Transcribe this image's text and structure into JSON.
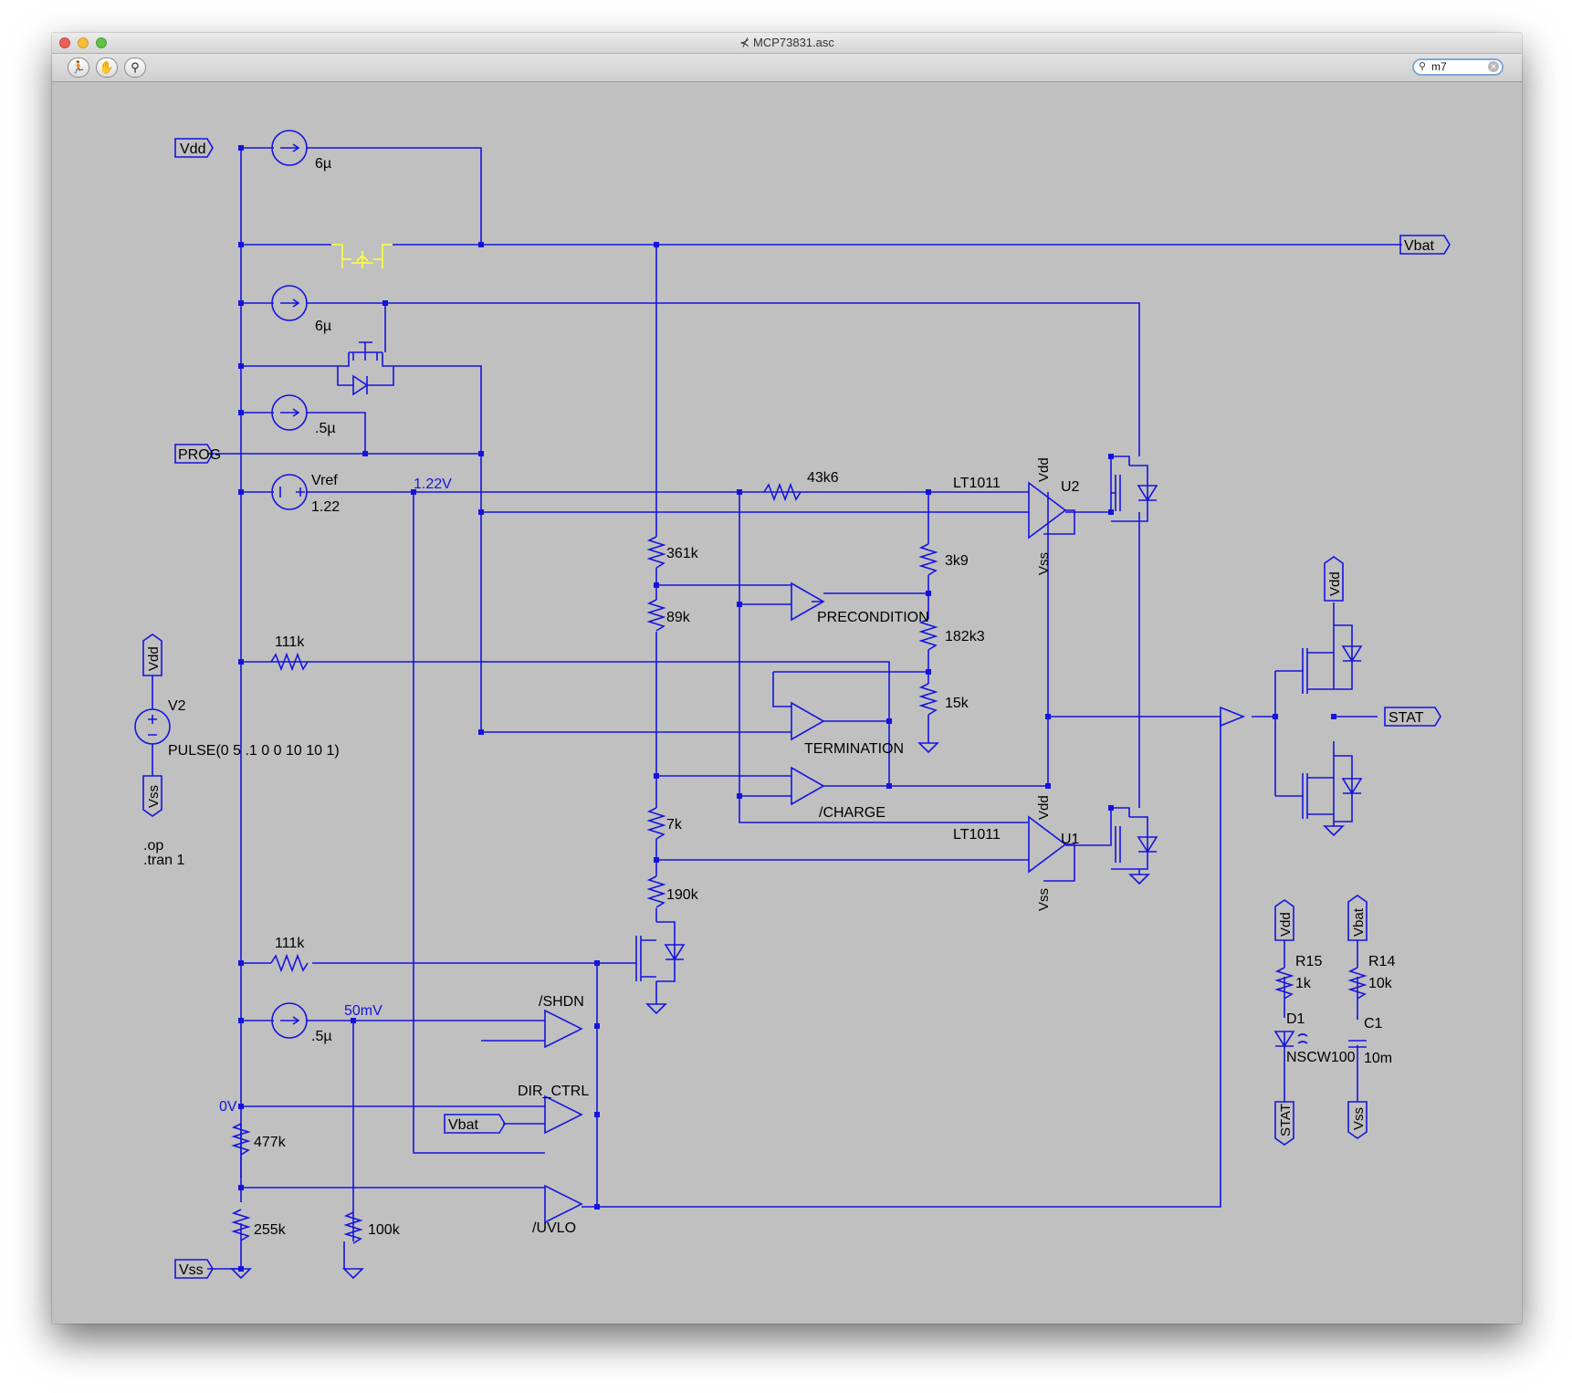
{
  "window": {
    "title": "MCP73831.asc",
    "search_value": "m7",
    "colors": {
      "wire": "#1414e0",
      "background": "#c0c0c0",
      "highlight": "#ffff40"
    }
  },
  "toolbar": {
    "icons": [
      "run-icon",
      "pan-hand-icon",
      "probe-icon",
      "search-icon"
    ]
  },
  "schematic": {
    "net_labels": {
      "vdd_top": "Vdd",
      "vbat_right": "Vbat",
      "prog": "PROG",
      "vdd_v2": "Vdd",
      "vss_v2": "Vss",
      "stat_right": "STAT",
      "vdd_out": "Vdd",
      "vdd_r15": "Vdd",
      "vbat_r14": "Vbat",
      "stat_d1": "STAT",
      "vss_c1": "Vss",
      "vbat_dir": "Vbat",
      "vss_bottom": "Vss",
      "vdd_u2": "Vdd",
      "vss_u2": "Vss",
      "vdd_u1": "Vdd",
      "vss_u1": "Vss"
    },
    "sources": {
      "i1": "6µ",
      "i2": "6µ",
      "i3": ".5µ",
      "i4": ".5µ",
      "vref_name": "Vref",
      "vref_value": "1.22",
      "v2_name": "V2",
      "v2_value": "PULSE(0 5 .1 0 0 10 10 1)"
    },
    "resistors": {
      "r_43k6": "43k6",
      "r_3k9": "3k9",
      "r_182k3": "182k3",
      "r_15k": "15k",
      "r_361k": "361k",
      "r_89k": "89k",
      "r_7k": "7k",
      "r_190k": "190k",
      "r_111k_a": "111k",
      "r_111k_b": "111k",
      "r_477k": "477k",
      "r_255k": "255k",
      "r_100k": "100k",
      "r15_name": "R15",
      "r15_value": "1k",
      "r14_name": "R14",
      "r14_value": "10k"
    },
    "parts": {
      "u2_model": "LT1011",
      "u2_name": "U2",
      "u1_model": "LT1011",
      "u1_name": "U1",
      "d1_name": "D1",
      "d1_model": "NSCW100",
      "c1_name": "C1",
      "c1_value": "10m"
    },
    "comparators": {
      "precondition": "PRECONDITION",
      "termination": "TERMINATION",
      "charge": "/CHARGE",
      "shdn": "/SHDN",
      "dir_ctrl": "DIR_CTRL",
      "uvlo": "/UVLO"
    },
    "probes": {
      "p_122": "1.22V",
      "p_50mv": "50mV",
      "p_0v": "0V"
    },
    "directives": {
      "op": ".op",
      "tran": ".tran 1"
    }
  }
}
